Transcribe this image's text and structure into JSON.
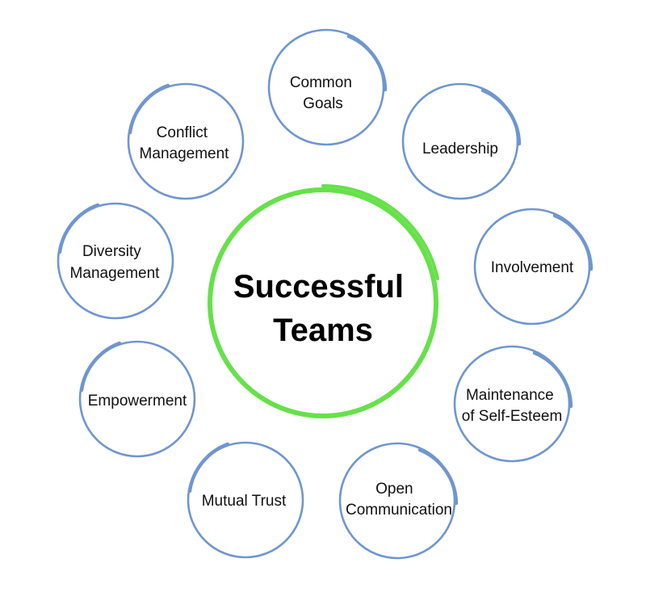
{
  "center": {
    "lines": [
      "Successful",
      "Teams"
    ]
  },
  "satellites": [
    {
      "id": "common-goals",
      "lines": [
        "Common",
        "Goals"
      ]
    },
    {
      "id": "leadership",
      "lines": [
        "Leadership"
      ]
    },
    {
      "id": "involvement",
      "lines": [
        "Involvement"
      ]
    },
    {
      "id": "maintenance-of-self-esteem",
      "lines": [
        "Maintenance",
        "of Self-Esteem"
      ]
    },
    {
      "id": "open-communication",
      "lines": [
        "Open",
        "Communication"
      ]
    },
    {
      "id": "mutual-trust",
      "lines": [
        "Mutual Trust"
      ]
    },
    {
      "id": "empowerment",
      "lines": [
        "Empowerment"
      ]
    },
    {
      "id": "diversity-management",
      "lines": [
        "Diversity",
        "Management"
      ]
    },
    {
      "id": "conflict-management",
      "lines": [
        "Conflict",
        "Management"
      ]
    }
  ],
  "colors": {
    "satellite_ring": "#6f96cf",
    "center_ring": "#66e14a",
    "text": "#111111",
    "background": "#ffffff"
  }
}
